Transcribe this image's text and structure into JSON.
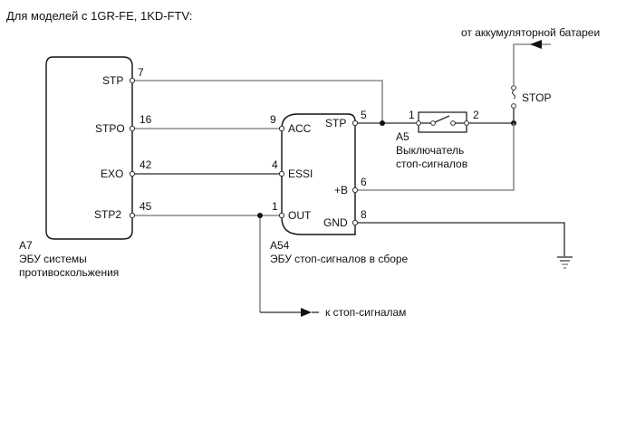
{
  "title": "Для моделей с 1GR-FE, 1KD-FTV:",
  "components": {
    "a7": {
      "code": "A7",
      "name_line1": "ЭБУ системы",
      "name_line2": "противоскольжения",
      "pins": [
        {
          "label": "STP",
          "number": "7"
        },
        {
          "label": "STPO",
          "number": "16"
        },
        {
          "label": "EXO",
          "number": "42"
        },
        {
          "label": "STP2",
          "number": "45"
        }
      ]
    },
    "a54": {
      "code": "A54",
      "name": "ЭБУ стоп-сигналов в сборе",
      "left_pins": [
        {
          "label": "ACC",
          "number": "9"
        },
        {
          "label": "ESSI",
          "number": "4"
        },
        {
          "label": "OUT",
          "number": "1"
        }
      ],
      "right_pins": [
        {
          "label": "STP",
          "number": "5"
        },
        {
          "label": "+B",
          "number": "6"
        },
        {
          "label": "GND",
          "number": "8"
        }
      ]
    },
    "a5": {
      "code": "A5",
      "name_line1": "Выключатель",
      "name_line2": "стоп-сигналов",
      "pin_left": "1",
      "pin_right": "2"
    },
    "fuse": {
      "label": "STOP"
    }
  },
  "annotations": {
    "from_battery": "от аккумуляторной батареи",
    "to_stop_lamps": "к стоп-сигналам"
  }
}
